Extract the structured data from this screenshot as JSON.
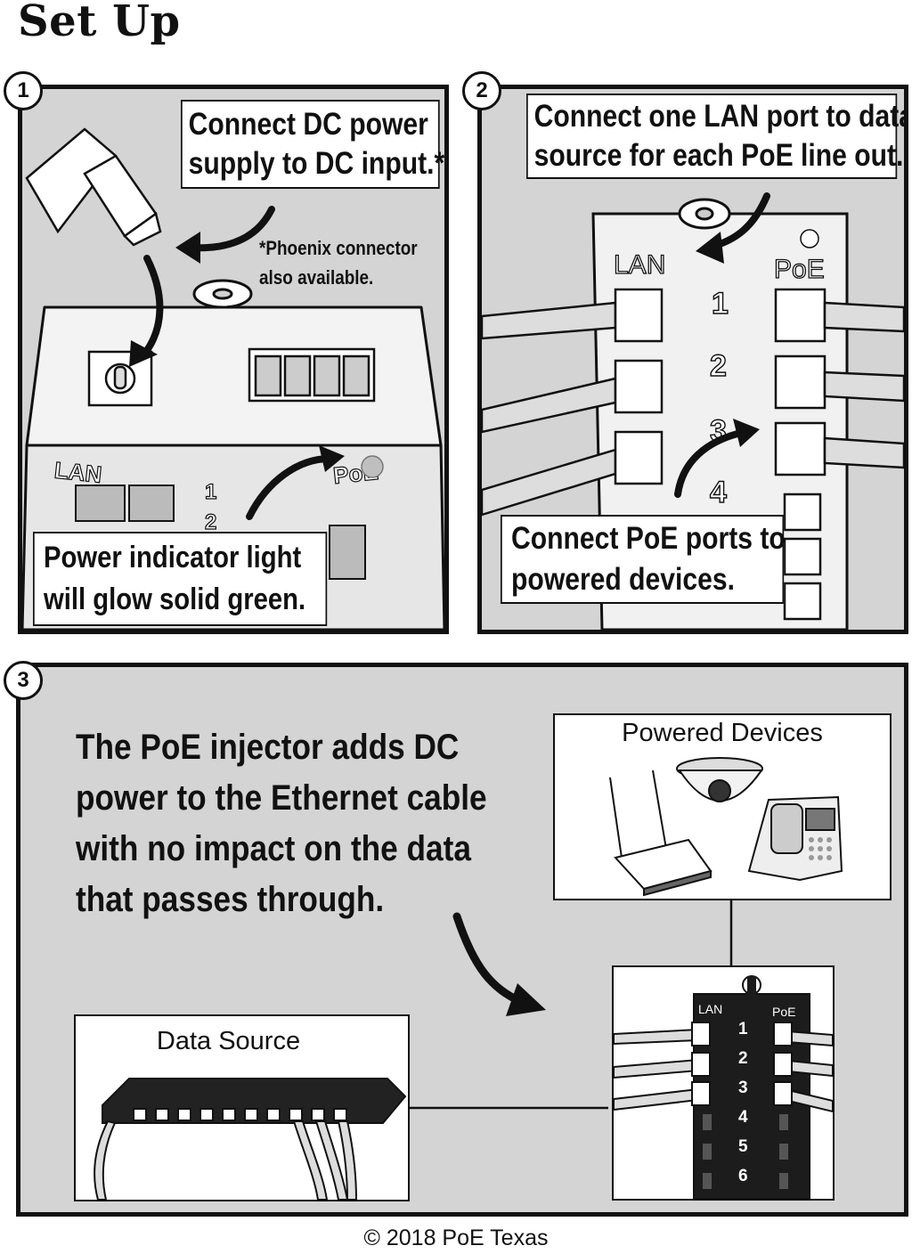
{
  "page": {
    "title": "Set Up",
    "copyright": "© 2018 PoE Texas"
  },
  "steps": [
    {
      "number": "1",
      "callout_top": [
        "Connect DC power",
        "supply to DC input.*"
      ],
      "note": [
        "*Phoenix connector",
        "also available."
      ],
      "callout_bottom": [
        "Power indicator light",
        "will glow solid green."
      ],
      "labels": {
        "lan": "LAN",
        "poe": "PoE",
        "port1": "1",
        "port2": "2"
      }
    },
    {
      "number": "2",
      "callout_top": [
        "Connect one LAN port to data",
        "source for each PoE line out."
      ],
      "callout_bottom": [
        "Connect PoE ports to",
        "powered  devices."
      ],
      "labels": {
        "lan": "LAN",
        "poe": "PoE",
        "ports": [
          "1",
          "2",
          "3",
          "4"
        ]
      }
    },
    {
      "number": "3",
      "description": [
        "The PoE injector adds DC",
        "power to the Ethernet cable",
        "with no impact on the data",
        "that passes through."
      ],
      "powered_devices_title": "Powered Devices",
      "data_source_title": "Data Source",
      "injector": {
        "lan": "LAN",
        "poe": "PoE",
        "ports": [
          "1",
          "2",
          "3",
          "4",
          "5",
          "6"
        ]
      }
    }
  ],
  "colors": {
    "panel_bg": "#d4d4d4",
    "ink": "#111111",
    "box_bg": "#ffffff"
  }
}
